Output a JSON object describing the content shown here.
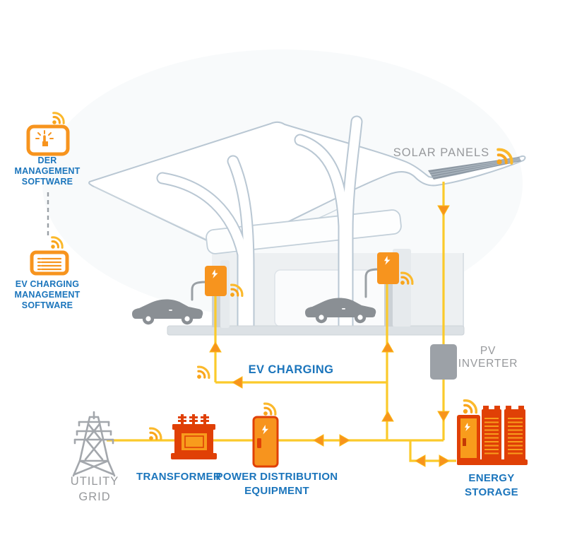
{
  "diagram": {
    "type": "ev-charging-station-infrastructure",
    "labels": {
      "der_software": {
        "lines": [
          "DER",
          "MANAGEMENT",
          "SOFTWARE"
        ]
      },
      "ev_mgmt_software": {
        "lines": [
          "EV CHARGING",
          "MANAGEMENT",
          "SOFTWARE"
        ]
      },
      "solar_panels": "SOLAR PANELS",
      "pv_inverter": {
        "lines": [
          "PV",
          "INVERTER"
        ]
      },
      "ev_charging": "EV CHARGING",
      "utility_grid": {
        "lines": [
          "UTILITY",
          "GRID"
        ]
      },
      "transformer": "TRANSFORMER",
      "power_distribution": {
        "lines": [
          "POWER DISTRIBUTION",
          "EQUIPMENT"
        ]
      },
      "energy_storage": {
        "lines": [
          "ENERGY",
          "STORAGE"
        ]
      }
    },
    "icons": {
      "wifi": "wireless-signal-arcs",
      "der_tablet": "touch-tap-screen",
      "ev_tablet": "list-menu-screen",
      "lightning": "bolt-glyph",
      "utility_grid": "transmission-tower",
      "transformer": "transformer-with-bushings",
      "power_distribution": "power-cabinet",
      "energy_storage": "battery-cabinet-bank",
      "pv_inverter": "gray-inverter-box",
      "solar_panel": "striped-panel-on-canopy",
      "vehicles": "two-gray-cars",
      "chargers": "two-orange-ev-chargers"
    },
    "colors": {
      "accent_orange": "#F7941E",
      "deep_orange": "#E04006",
      "line_yellow": "#FBCA2B",
      "label_blue": "#1B75BC",
      "label_gray": "#97999C",
      "structure_stroke": "#B9C7D3",
      "icon_gray": "#A3A7AC",
      "car_gray": "#8A8F94"
    },
    "connections": [
      {
        "from": "solar-panels",
        "to": "pv-inverter",
        "direction": "down"
      },
      {
        "from": "pv-inverter",
        "to": "main-bus",
        "direction": "down"
      },
      {
        "from": "main-bus",
        "to": "ev-chargers",
        "direction": "up",
        "label": "EV CHARGING"
      },
      {
        "from": "utility-grid",
        "to": "transformer",
        "direction": "bus"
      },
      {
        "from": "transformer",
        "to": "power-distribution-equipment",
        "direction": "bus"
      },
      {
        "from": "power-distribution-equipment",
        "to": "energy-storage",
        "direction": "bidirectional"
      },
      {
        "from": "der-management-software",
        "to": "ev-charging-management-software",
        "direction": "dashed-link"
      }
    ]
  }
}
